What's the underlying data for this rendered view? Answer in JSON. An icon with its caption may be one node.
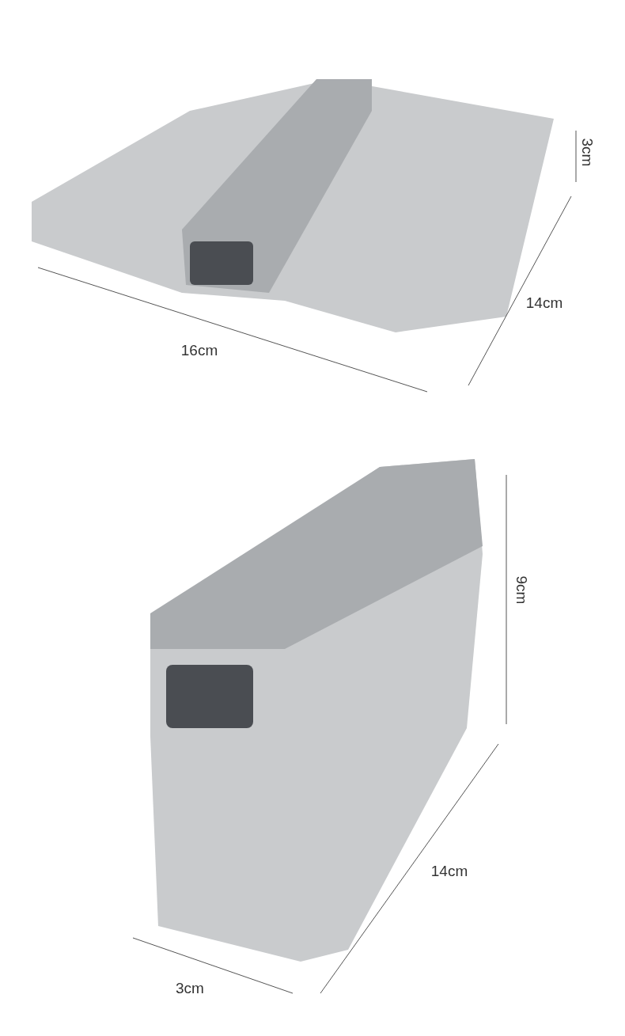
{
  "diagram": {
    "labels": [
      "3cm",
      "14cm",
      "16cm",
      "9cm",
      "14cm",
      "3cm"
    ]
  }
}
